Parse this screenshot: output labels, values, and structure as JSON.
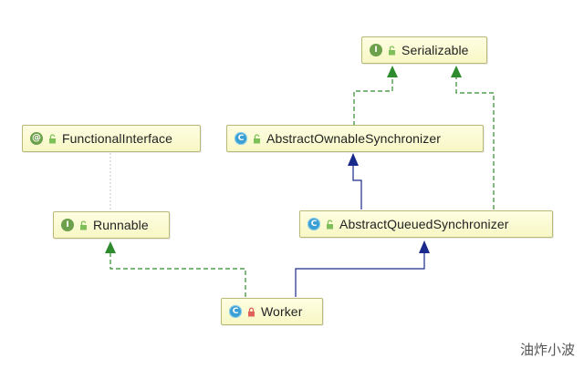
{
  "diagram": {
    "nodes": [
      {
        "id": "serializable",
        "label": "Serializable",
        "kind": "I",
        "visibility": "public"
      },
      {
        "id": "functional",
        "label": "FunctionalInterface",
        "kind": "@",
        "visibility": "public"
      },
      {
        "id": "aos",
        "label": "AbstractOwnableSynchronizer",
        "kind": "C",
        "visibility": "public"
      },
      {
        "id": "runnable",
        "label": "Runnable",
        "kind": "I",
        "visibility": "public"
      },
      {
        "id": "aqs",
        "label": "AbstractQueuedSynchronizer",
        "kind": "C",
        "visibility": "public"
      },
      {
        "id": "worker",
        "label": "Worker",
        "kind": "C",
        "visibility": "private"
      }
    ],
    "edges": [
      {
        "from": "aos",
        "to": "serializable",
        "type": "implements"
      },
      {
        "from": "aqs",
        "to": "serializable",
        "type": "implements"
      },
      {
        "from": "aqs",
        "to": "aos",
        "type": "extends"
      },
      {
        "from": "functional",
        "to": "runnable",
        "type": "annotates"
      },
      {
        "from": "worker",
        "to": "runnable",
        "type": "implements"
      },
      {
        "from": "worker",
        "to": "aqs",
        "type": "extends"
      }
    ],
    "colors": {
      "implements": "#2e8b2e",
      "extends": "#1a2a8c",
      "annotates": "#bbbbbb",
      "node_border": "#b8b879",
      "node_fill": "#fbfbd2"
    }
  },
  "watermark": "油炸小波"
}
